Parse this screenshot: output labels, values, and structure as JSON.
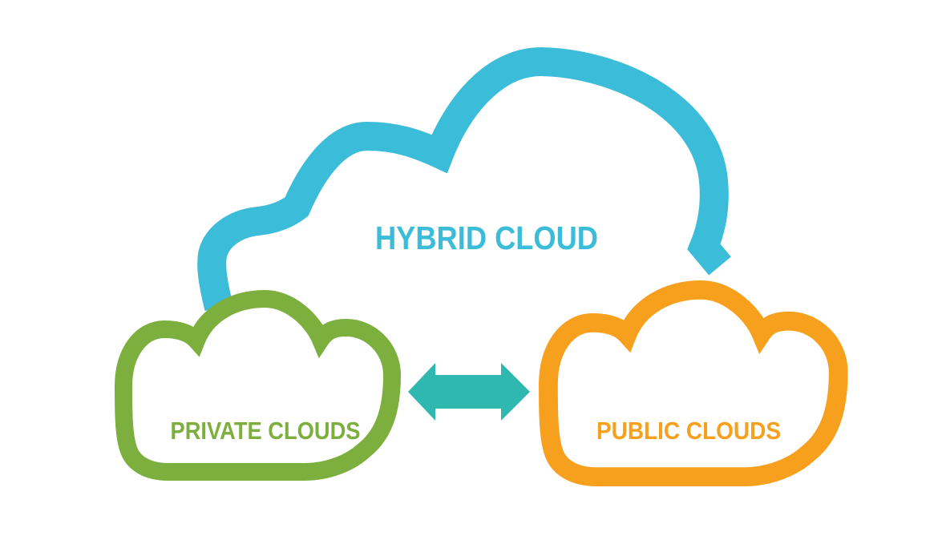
{
  "diagram": {
    "background": "#ffffff",
    "nodes": [
      {
        "id": "hybrid-cloud",
        "label": "HYBRID CLOUD",
        "color": "#3bbcd9",
        "shape": "open-cloud-outline",
        "position": "top-center"
      },
      {
        "id": "private-clouds",
        "label": "PRIVATE CLOUDS",
        "color": "#7daf3f",
        "shape": "cloud-outline",
        "position": "bottom-left"
      },
      {
        "id": "public-clouds",
        "label": "PUBLIC CLOUDS",
        "color": "#f7a01e",
        "shape": "cloud-outline",
        "position": "bottom-right"
      }
    ],
    "connector": {
      "type": "double-headed-arrow",
      "color": "#2fb8af",
      "from": "private-clouds",
      "to": "public-clouds"
    }
  }
}
